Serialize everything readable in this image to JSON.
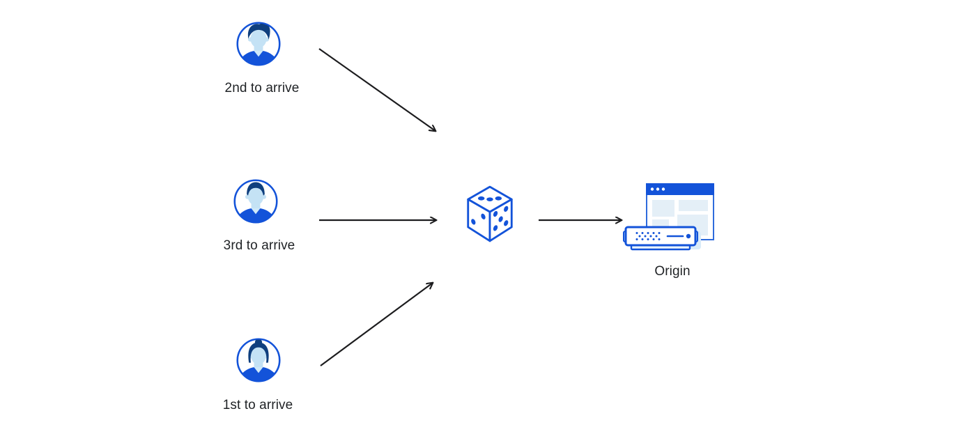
{
  "diagram": {
    "title": "request-coalescing-flow",
    "clients": [
      {
        "id": "client-2nd",
        "label": "2nd to arrive",
        "icon": "user-avatar-man-quiff-icon"
      },
      {
        "id": "client-3rd",
        "label": "3rd to arrive",
        "icon": "user-avatar-man-icon"
      },
      {
        "id": "client-1st",
        "label": "1st to arrive",
        "icon": "user-avatar-woman-bun-icon"
      }
    ],
    "hub": {
      "id": "randomizer",
      "icon": "dice-icon"
    },
    "origin": {
      "id": "origin",
      "label": "Origin",
      "icon": "origin-server-browser-icon"
    },
    "arrows": [
      {
        "from": "client-2nd",
        "to": "randomizer"
      },
      {
        "from": "client-3rd",
        "to": "randomizer"
      },
      {
        "from": "client-1st",
        "to": "randomizer"
      },
      {
        "from": "randomizer",
        "to": "origin"
      }
    ]
  },
  "colors": {
    "primary_blue": "#1353d9",
    "dark_navy_hair": "#0f3f7e",
    "light_blue_face": "#c4e2f5",
    "collar_light": "#cfe9f8",
    "pale_block": "#e4eff7",
    "server_shadow": "#d9ebf8",
    "arrow_black": "#1c1c1e",
    "background": "#ffffff"
  }
}
